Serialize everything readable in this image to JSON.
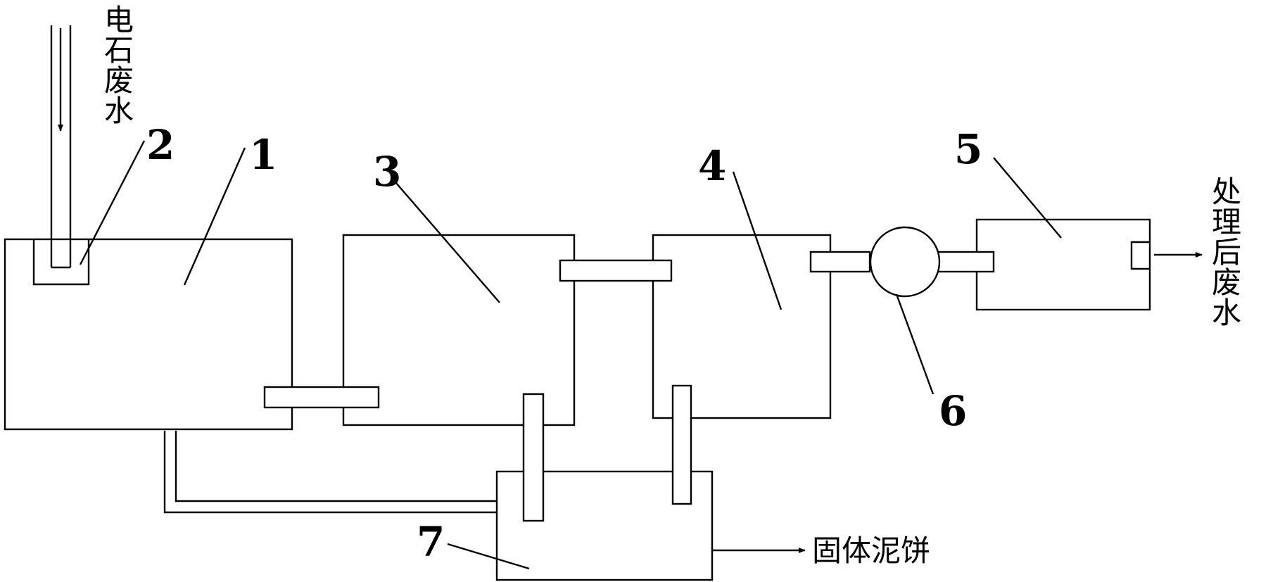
{
  "labels": {
    "inlet_text": "电石废水",
    "outlet_text": "处理后废水",
    "sludge_text": "固体泥饼",
    "n1": "1",
    "n2": "2",
    "n3": "3",
    "n4": "4",
    "n5": "5",
    "n6": "6",
    "n7": "7"
  }
}
